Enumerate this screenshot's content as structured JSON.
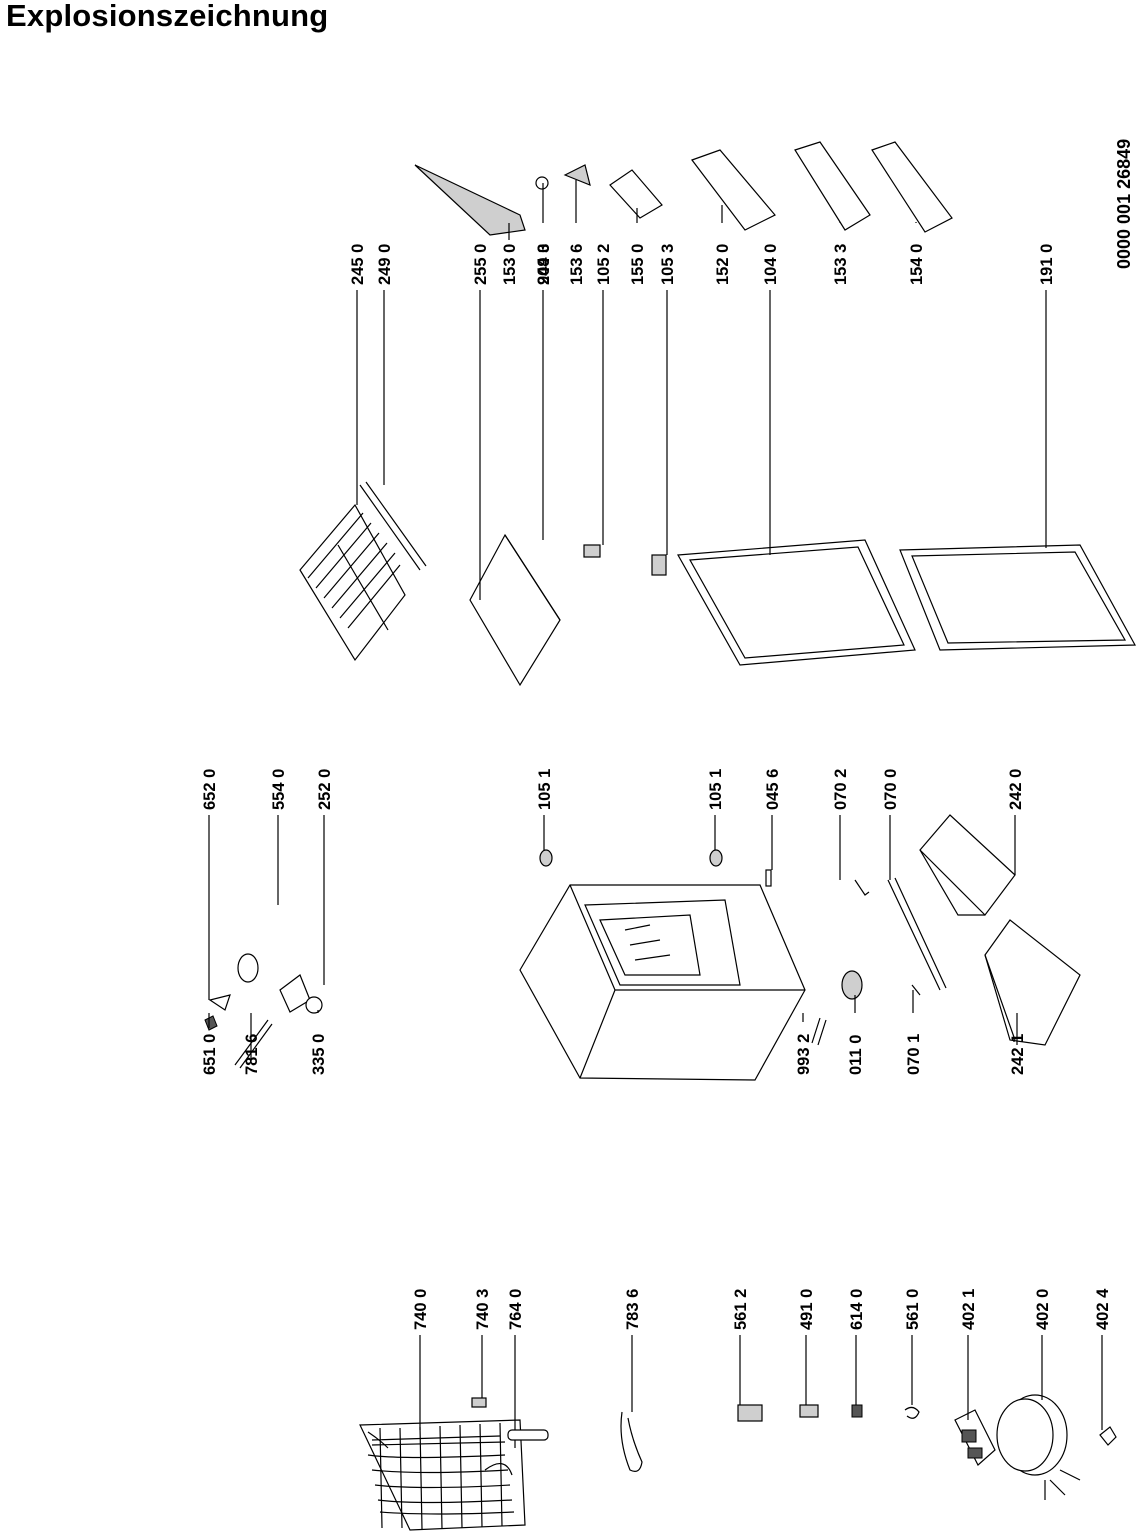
{
  "title": "Explosionszeichnung",
  "document_number": "0000 001 26849",
  "part_labels": [
    "740 0",
    "740 3",
    "764 0",
    "783 6",
    "561 2",
    "491 0",
    "614 0",
    "561 0",
    "402 1",
    "402 0",
    "402 4",
    "651 0",
    "781 6",
    "335 0",
    "652 0",
    "554 0",
    "252 0",
    "105 1",
    "105 1",
    "045 6",
    "070 2",
    "070 0",
    "242 0",
    "993 2",
    "011 0",
    "070 1",
    "242 1",
    "245 0",
    "249 0",
    "255 0",
    "249 3",
    "105 2",
    "105 3",
    "104 0",
    "191 0",
    "153 0",
    "904 0",
    "153 6",
    "155 0",
    "152 0",
    "153 3",
    "154 0"
  ]
}
